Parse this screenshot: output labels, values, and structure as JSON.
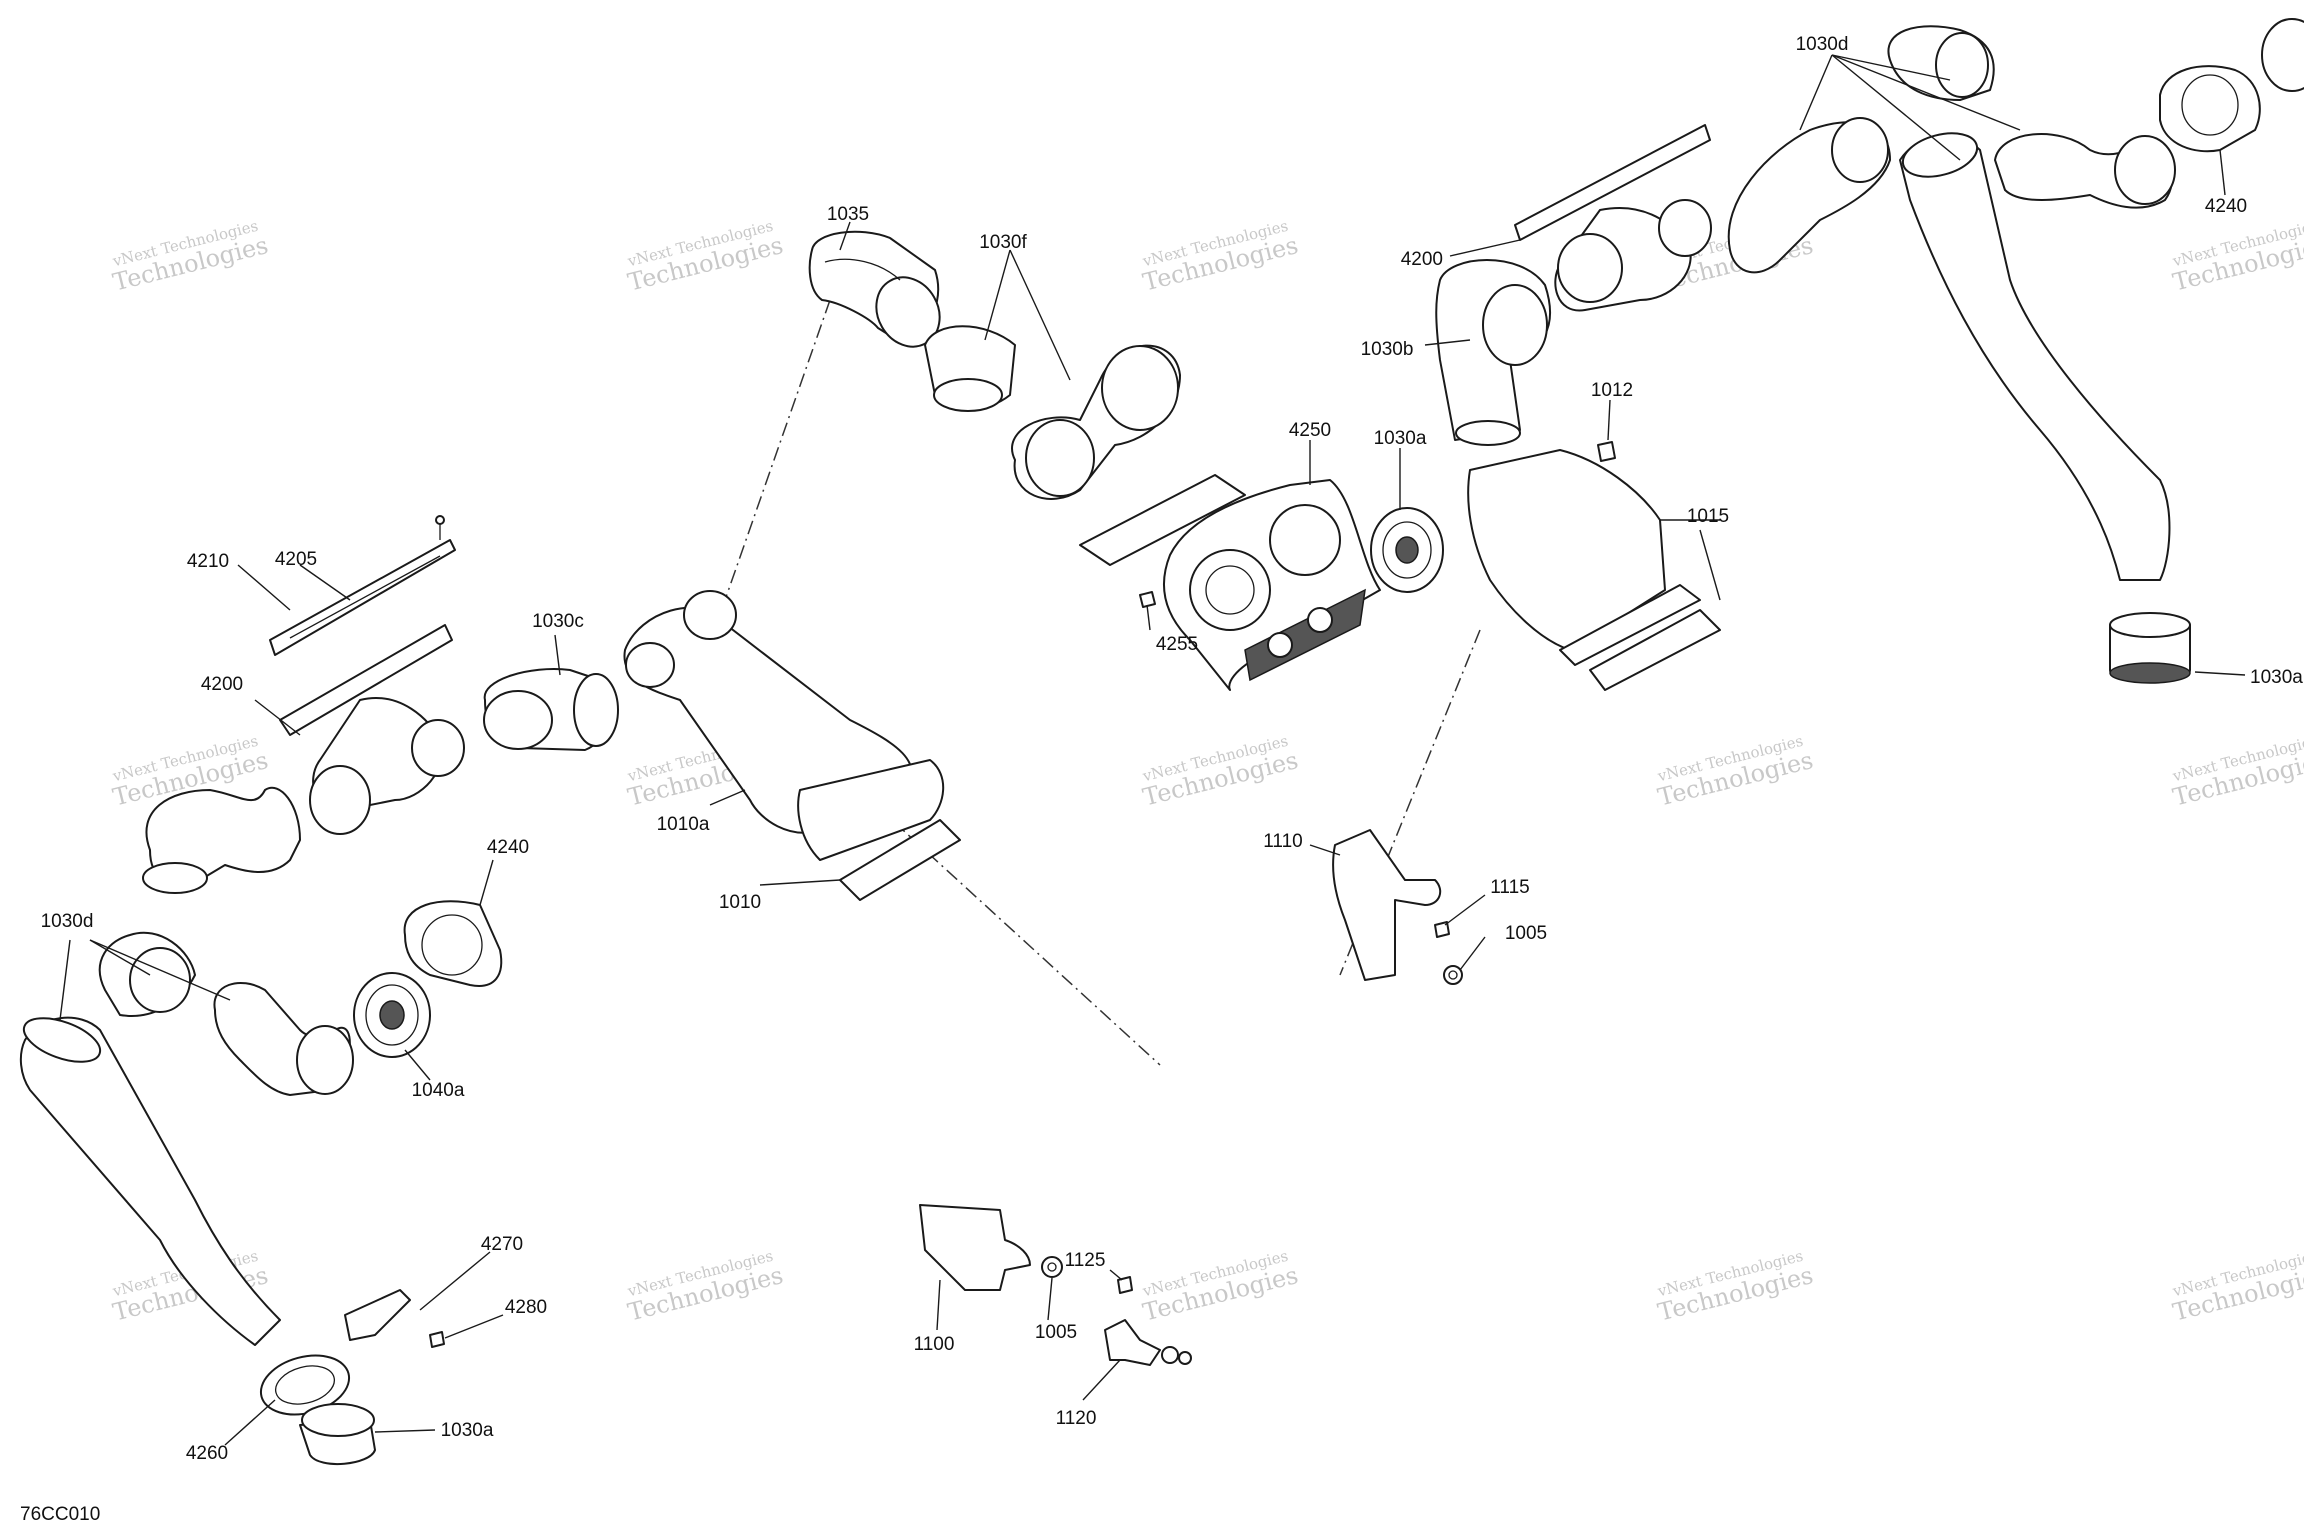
{
  "diagram": {
    "drawing_code": "76CC010",
    "watermark": {
      "line1": "vNext Technologies",
      "line2": "Technologies"
    },
    "part_labels": [
      "1035",
      "1030f",
      "1030d",
      "4200",
      "1030b",
      "4250",
      "1030a",
      "1012",
      "4240",
      "1015",
      "4210",
      "4205",
      "1030c",
      "4255",
      "1030a",
      "4200",
      "1010a",
      "1010",
      "1110",
      "1115",
      "1005",
      "4240",
      "1030d",
      "1040a",
      "4270",
      "4280",
      "4260",
      "1030a",
      "1125",
      "1100",
      "1005",
      "1120"
    ]
  }
}
